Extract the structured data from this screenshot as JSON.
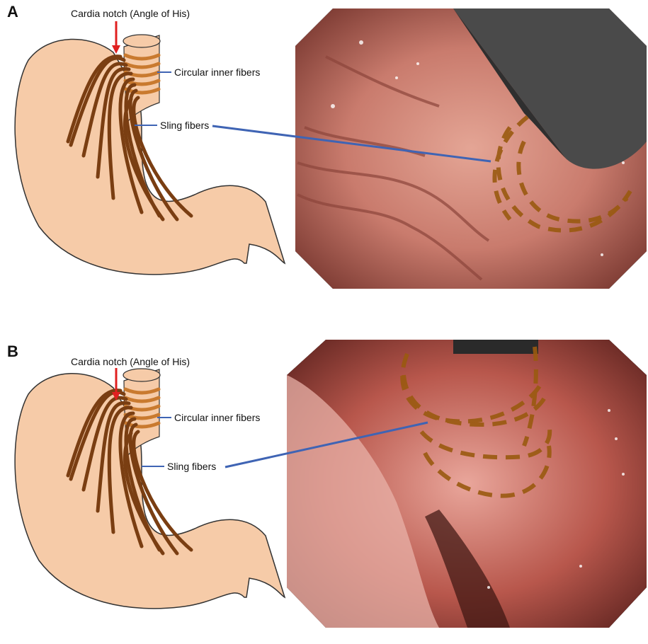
{
  "panels": [
    {
      "letter": "A",
      "labels": {
        "cardia_notch": "Cardia notch (Angle of His)",
        "circular_inner_fibers": "Circular inner fibers",
        "sling_fibers": "Sling fibers"
      }
    },
    {
      "letter": "B",
      "labels": {
        "cardia_notch": "Cardia notch (Angle of His)",
        "circular_inner_fibers": "Circular inner fibers",
        "sling_fibers": "Sling fibers"
      }
    }
  ],
  "colors": {
    "stomach_fill": "#f6cba8",
    "stomach_outline": "#333333",
    "fiber_brown": "#7a3e12",
    "circular_fiber": "#c97a2f",
    "arrow_red": "#e02020",
    "pointer_blue": "#3f64b4",
    "dash_overlay": "#9a5a10"
  }
}
